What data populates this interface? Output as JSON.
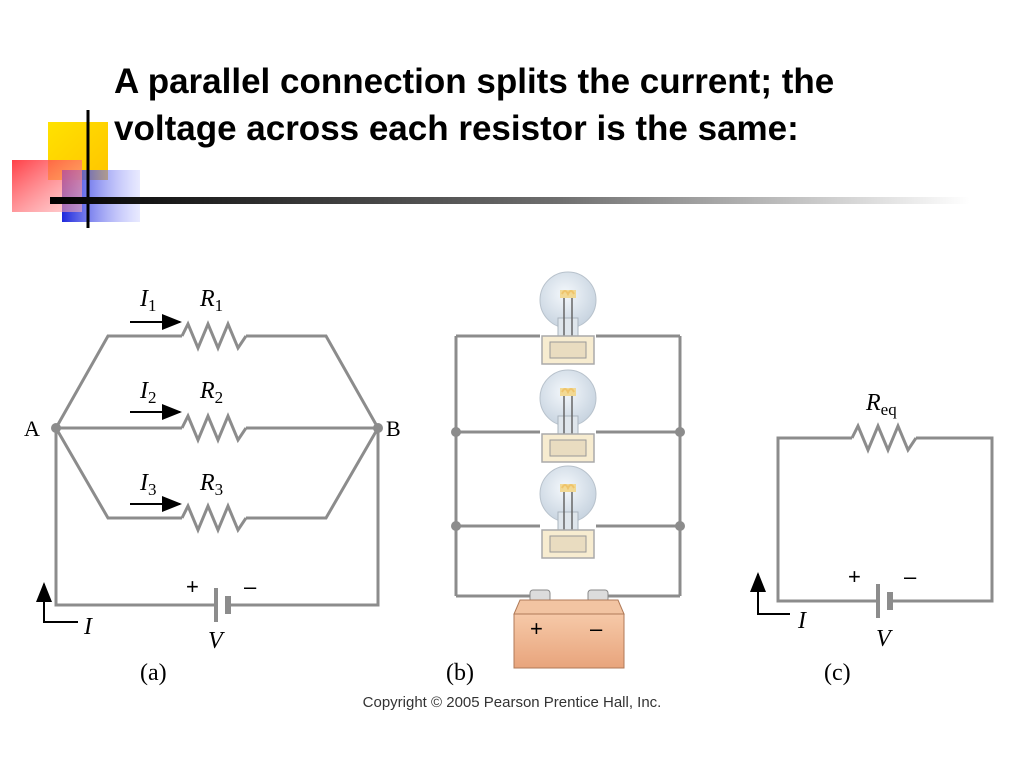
{
  "slide": {
    "title_lines": [
      "A parallel connection splits the current; the",
      "voltage across each resistor is the same:"
    ],
    "copyright": "Copyright © 2005 Pearson Prentice Hall, Inc."
  },
  "colors": {
    "wire": "#8c8c8c",
    "deco_yellow": "#ffd200",
    "deco_red": "#ff3c46",
    "deco_blue": "#1e28dc",
    "battery_body": "#f0b48c"
  },
  "diagram_a": {
    "caption": "(a)",
    "node_a": "A",
    "node_b": "B",
    "branches": [
      {
        "current": "I",
        "current_sub": "1",
        "resistor": "R",
        "resistor_sub": "1"
      },
      {
        "current": "I",
        "current_sub": "2",
        "resistor": "R",
        "resistor_sub": "2"
      },
      {
        "current": "I",
        "current_sub": "3",
        "resistor": "R",
        "resistor_sub": "3"
      }
    ],
    "battery_plus": "+",
    "battery_minus": "–",
    "battery_label": "V",
    "total_current": "I"
  },
  "diagram_b": {
    "caption": "(b)",
    "battery_plus": "+",
    "battery_minus": "–",
    "bulbs": [
      "bulb",
      "bulb",
      "bulb"
    ]
  },
  "diagram_c": {
    "caption": "(c)",
    "resistor": "R",
    "resistor_sub": "eq",
    "battery_plus": "+",
    "battery_minus": "–",
    "battery_label": "V",
    "total_current": "I"
  }
}
